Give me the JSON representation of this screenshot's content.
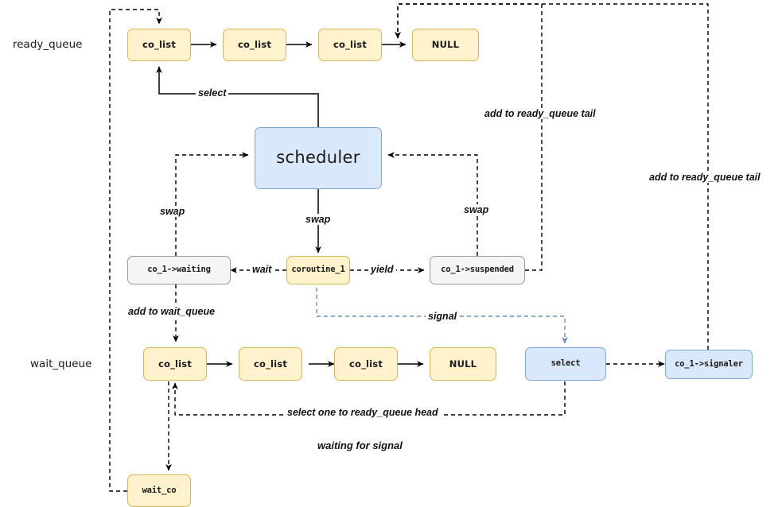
{
  "diagram": {
    "title": "coroutine scheduler ready_queue / wait_queue state diagram",
    "colors": {
      "yellow_fill": "#fff2cc",
      "yellow_stroke": "#d6b656",
      "blue_fill": "#dae8fc",
      "blue_stroke": "#7ea6d9",
      "gray_fill": "#f5f5f5",
      "gray_stroke": "#9a9a9a",
      "edge_black": "#000000",
      "edge_blue": "#6c8ebf"
    }
  },
  "row_labels": {
    "ready_queue": "ready_queue",
    "wait_queue": "wait_queue"
  },
  "ready_queue": {
    "nodes": [
      {
        "id": "rq-co-list-1",
        "label": "co_list"
      },
      {
        "id": "rq-co-list-2",
        "label": "co_list"
      },
      {
        "id": "rq-co-list-3",
        "label": "co_list"
      },
      {
        "id": "rq-null",
        "label": "NULL"
      }
    ]
  },
  "wait_queue": {
    "nodes": [
      {
        "id": "wq-co-list-1",
        "label": "co_list"
      },
      {
        "id": "wq-co-list-2",
        "label": "co_list"
      },
      {
        "id": "wq-co-list-3",
        "label": "co_list"
      },
      {
        "id": "wq-null",
        "label": "NULL"
      }
    ]
  },
  "nodes": {
    "scheduler": "scheduler",
    "coroutine_1": "coroutine_1",
    "co_1_waiting": "co_1->waiting",
    "co_1_suspended": "co_1->suspended",
    "co_1_signaler": "co_1->signaler",
    "select_box": "select",
    "wait_co": "wait_co"
  },
  "edge_labels": {
    "select": "select",
    "swap_left": "swap",
    "swap_center": "swap",
    "swap_right": "swap",
    "wait": "wait",
    "yield": "yield",
    "signal": "signal",
    "add_to_wait_queue": "add to wait_queue",
    "add_to_ready_queue_tail_1": "add to ready_queue tail",
    "add_to_ready_queue_tail_2": "add to ready_queue tail",
    "select_one_to_ready_queue_head": "select one to ready_queue head",
    "waiting_for_signal": "waiting for signal"
  }
}
